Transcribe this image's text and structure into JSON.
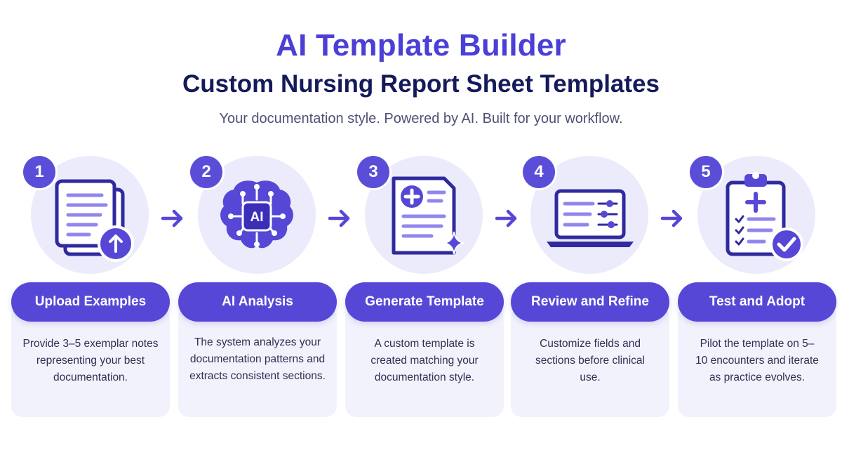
{
  "header": {
    "title": "AI Template Builder",
    "subtitle": "Custom Nursing Report Sheet Templates",
    "tagline": "Your documentation style. Powered by AI. Built for your workflow."
  },
  "colors": {
    "primary": "#5647d6",
    "title": "#4a3fd6",
    "subtitle": "#141a5a",
    "circle_bg": "#ebebfb",
    "card_bg": "#f2f2fd"
  },
  "steps": [
    {
      "number": "1",
      "title": "Upload Examples",
      "icon": "upload-document-icon",
      "description": "Provide 3–5 exemplar notes representing your best documentation."
    },
    {
      "number": "2",
      "title": "AI Analysis",
      "icon": "ai-brain-icon",
      "icon_label": "AI",
      "description": "The system analyzes your documentation patterns and extracts consistent sections."
    },
    {
      "number": "3",
      "title": "Generate Template",
      "icon": "medical-template-icon",
      "description": "A custom template is created matching your documentation style."
    },
    {
      "number": "4",
      "title": "Review and Refine",
      "icon": "laptop-sliders-icon",
      "description": "Customize fields and sections before clinical use."
    },
    {
      "number": "5",
      "title": "Test and Adopt",
      "icon": "clipboard-check-icon",
      "description": "Pilot the template on 5–10 encounters and iterate as practice evolves."
    }
  ]
}
